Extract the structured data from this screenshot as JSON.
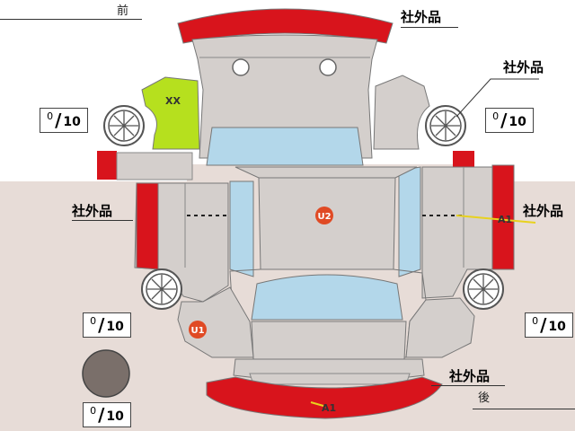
{
  "directions": {
    "front": "前",
    "rear": "後"
  },
  "part_label": "社外品",
  "xx_mark": "XX",
  "damage_codes": {
    "u1": "U1",
    "u2": "U2",
    "a1": "A1"
  },
  "scores": [
    {
      "num": "0",
      "den": "10"
    },
    {
      "num": "0",
      "den": "10"
    },
    {
      "num": "0",
      "den": "10"
    },
    {
      "num": "0",
      "den": "10"
    },
    {
      "num": "0",
      "den": "10"
    }
  ],
  "colors": {
    "bumper": "#d8141c",
    "panel": "#d4cfcc",
    "glass": "#b3d7ea",
    "lime": "#b6e01e",
    "beige": "#e7dcd7",
    "marker": "#e04a24"
  }
}
